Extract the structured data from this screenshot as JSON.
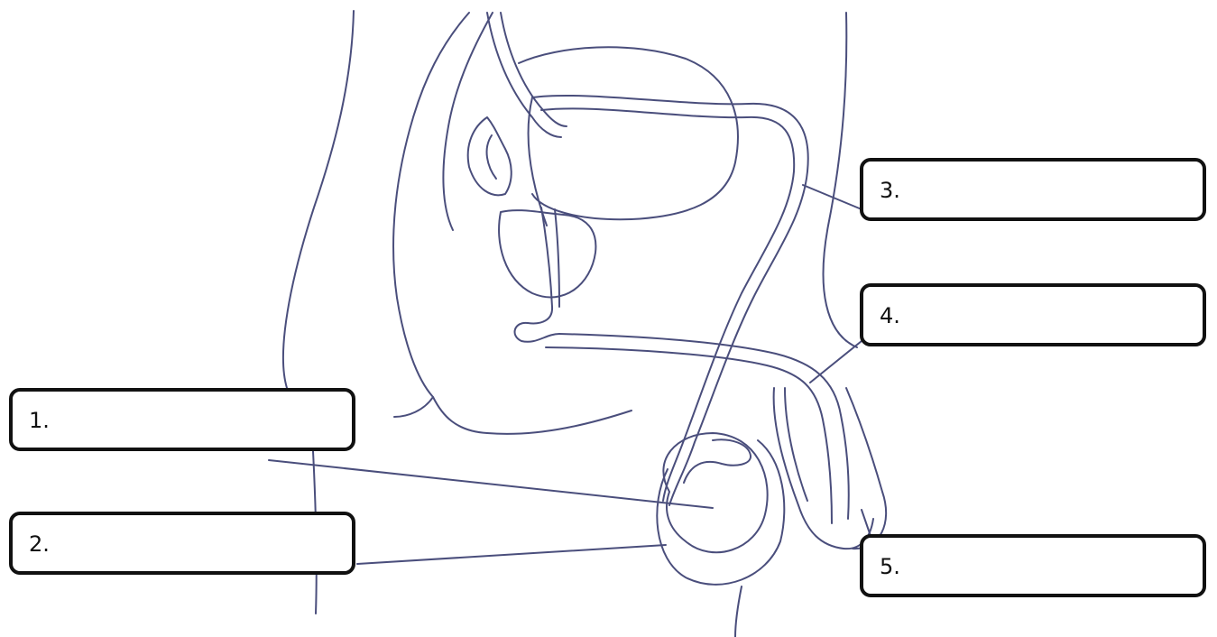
{
  "labels": [
    {
      "id": 1,
      "text": "1."
    },
    {
      "id": 2,
      "text": "2."
    },
    {
      "id": 3,
      "text": "3."
    },
    {
      "id": 4,
      "text": "4."
    },
    {
      "id": 5,
      "text": "5."
    }
  ],
  "colors": {
    "outline": "#4a4e7c",
    "box_border": "#111111",
    "background": "#ffffff"
  }
}
